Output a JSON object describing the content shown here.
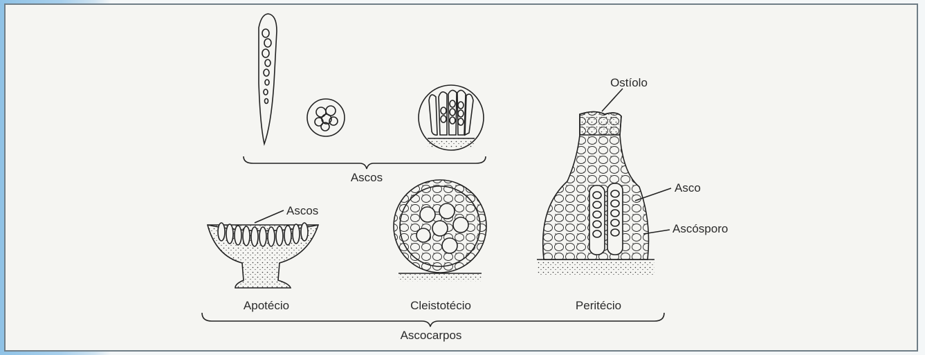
{
  "labels": {
    "ascos_group": "Ascos",
    "ascos_pointer": "Ascos",
    "ostiolo": "Ostíolo",
    "asco": "Asco",
    "ascosporo": "Ascósporo",
    "apotecio": "Apotécio",
    "cleistotecio": "Cleistotécio",
    "peritecio": "Peritécio",
    "ascocarpos": "Ascocarpos"
  }
}
